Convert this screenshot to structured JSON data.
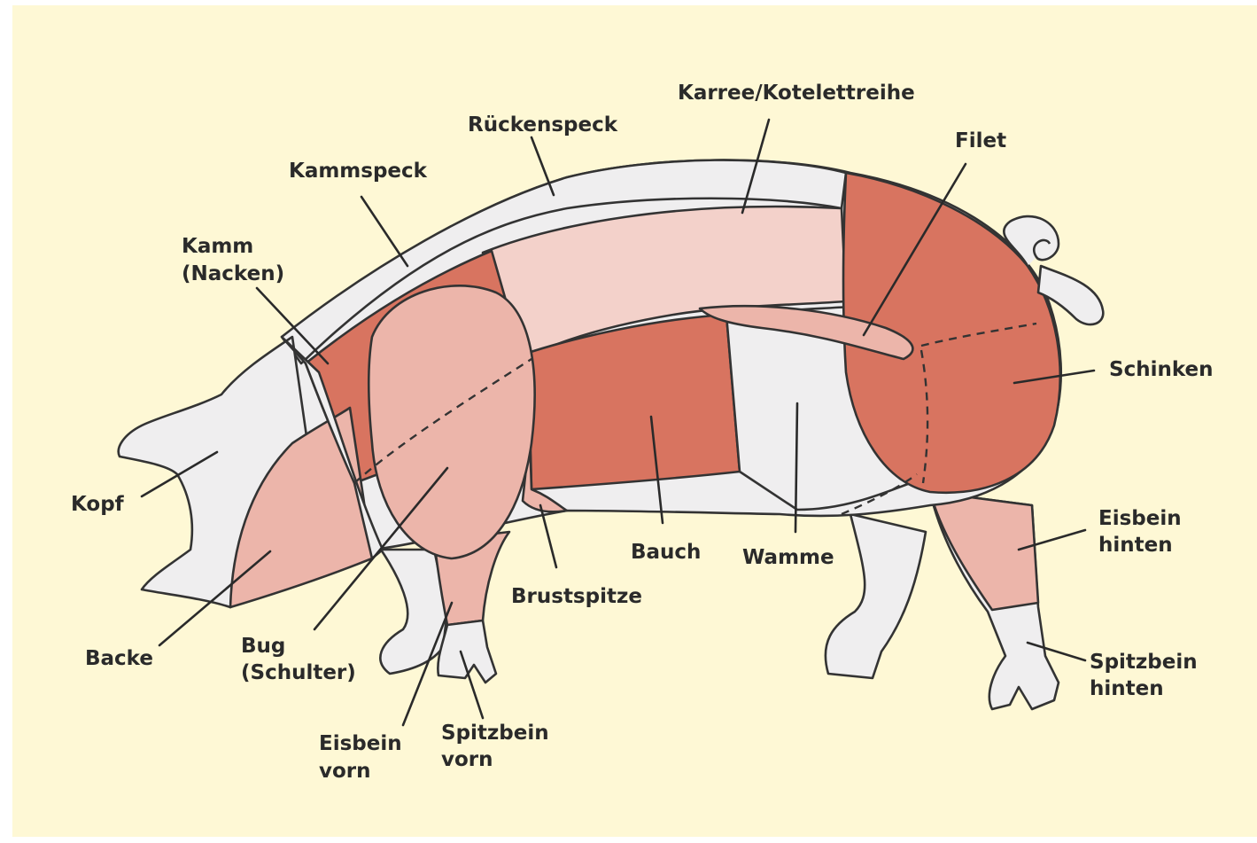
{
  "colors": {
    "background": "#fef8d5",
    "dark_meat": "#d87460",
    "light_meat": "#ecb5aa",
    "pale_meat": "#f3d1ca",
    "fat_white": "#efeeef",
    "outline": "#333333"
  },
  "cuts": [
    {
      "key": "karree",
      "label": [
        "Karree/Kotelettreihe"
      ]
    },
    {
      "key": "rueckenspeck",
      "label": [
        "Rückenspeck"
      ]
    },
    {
      "key": "filet",
      "label": [
        "Filet"
      ]
    },
    {
      "key": "kammspeck",
      "label": [
        "Kammspeck"
      ]
    },
    {
      "key": "kamm",
      "label": [
        "Kamm",
        "(Nacken)"
      ]
    },
    {
      "key": "schinken",
      "label": [
        "Schinken"
      ]
    },
    {
      "key": "kopf",
      "label": [
        "Kopf"
      ]
    },
    {
      "key": "eisbein_hinten",
      "label": [
        "Eisbein",
        "hinten"
      ]
    },
    {
      "key": "bauch",
      "label": [
        "Bauch"
      ]
    },
    {
      "key": "wamme",
      "label": [
        "Wamme"
      ]
    },
    {
      "key": "brustspitze",
      "label": [
        "Brustspitze"
      ]
    },
    {
      "key": "backe",
      "label": [
        "Backe"
      ]
    },
    {
      "key": "bug",
      "label": [
        "Bug",
        "(Schulter)"
      ]
    },
    {
      "key": "spitzbein_hinten",
      "label": [
        "Spitzbein",
        "hinten"
      ]
    },
    {
      "key": "eisbein_vorn",
      "label": [
        "Eisbein",
        "vorn"
      ]
    },
    {
      "key": "spitzbein_vorn",
      "label": [
        "Spitzbein",
        "vorn"
      ]
    }
  ]
}
